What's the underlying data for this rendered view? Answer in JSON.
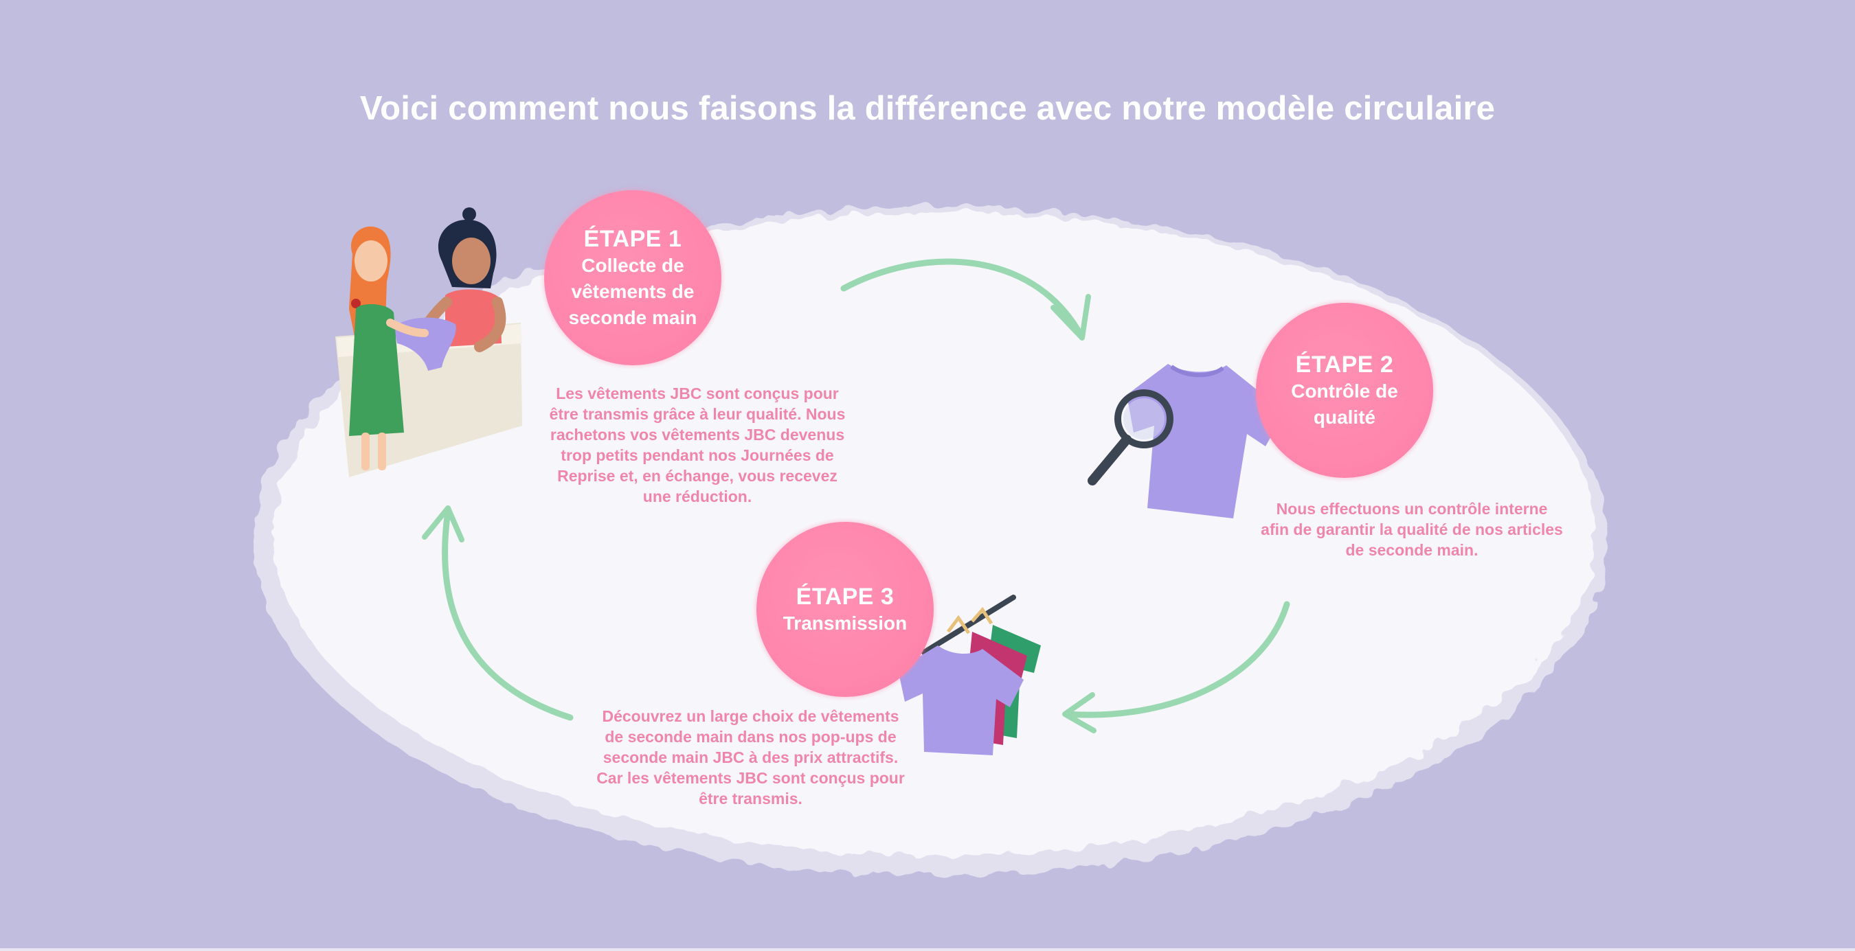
{
  "title": "Voici comment nous faisons la différence avec notre modèle circulaire",
  "colors": {
    "background": "#c1bddf",
    "oval": "#f7f7fb",
    "step_circle": "#ff88ae",
    "description_text": "#ef86aa",
    "arrow": "#8fd4a8",
    "garment": "#a99be8"
  },
  "steps": [
    {
      "label": "ÉTAPE 1",
      "title": "Collecte de vêtements de seconde main",
      "description": "Les vêtements JBC sont conçus pour être transmis grâce à leur qualité. Nous rachetons vos vêtements JBC devenus trop petits pendant nos Journées de Reprise et, en échange, vous recevez une réduction.",
      "illustration": "people-exchanging-clothes-illustration"
    },
    {
      "label": "ÉTAPE 2",
      "title": "Contrôle de qualité",
      "description": "Nous effectuons un contrôle interne afin de garantir la qualité de nos articles de seconde main.",
      "illustration": "tshirt-magnifying-glass-illustration"
    },
    {
      "label": "ÉTAPE 3",
      "title": "Transmission",
      "description": "Découvrez un large choix de vêtements de seconde main dans nos pop-ups de seconde main JBC à des prix attractifs. Car les vêtements JBC sont conçus pour être transmis.",
      "illustration": "clothes-rack-illustration"
    }
  ],
  "arrows": [
    {
      "from": "ÉTAPE 1",
      "to": "ÉTAPE 2"
    },
    {
      "from": "ÉTAPE 2",
      "to": "ÉTAPE 3"
    },
    {
      "from": "ÉTAPE 3",
      "to": "ÉTAPE 1"
    }
  ]
}
